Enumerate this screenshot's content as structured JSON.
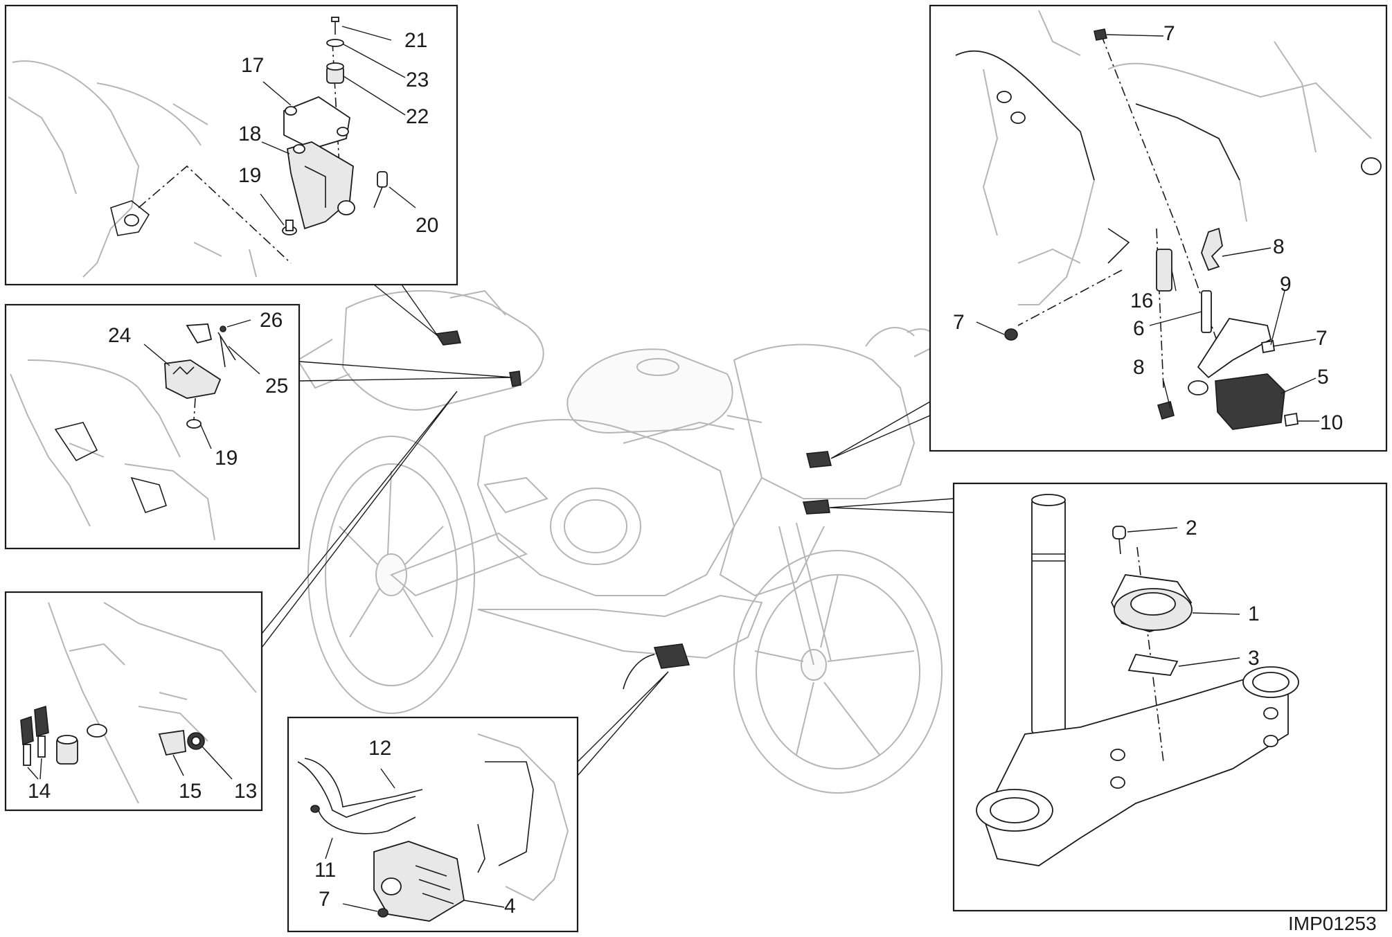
{
  "image_code": "IMP01253",
  "callouts": {
    "c21": "21",
    "c23": "23",
    "c17": "17",
    "c22": "22",
    "c18": "18",
    "c19a": "19",
    "c20": "20",
    "c24": "24",
    "c26": "26",
    "c25": "25",
    "c19b": "19",
    "c14": "14",
    "c15": "15",
    "c13": "13",
    "c12": "12",
    "c11": "11",
    "c7d": "7",
    "c4": "4",
    "c7a": "7",
    "c8a": "8",
    "c9": "9",
    "c16": "16",
    "c6": "6",
    "c7b": "7",
    "c7c": "7",
    "c8b": "8",
    "c5": "5",
    "c10": "10",
    "c2": "2",
    "c1": "1",
    "c3": "3"
  },
  "colors": {
    "line": "#1a1a1a",
    "faint_line": "#b5b5b5",
    "part_fill": "#e8e8e8",
    "dark_part": "#3a3a3a"
  }
}
